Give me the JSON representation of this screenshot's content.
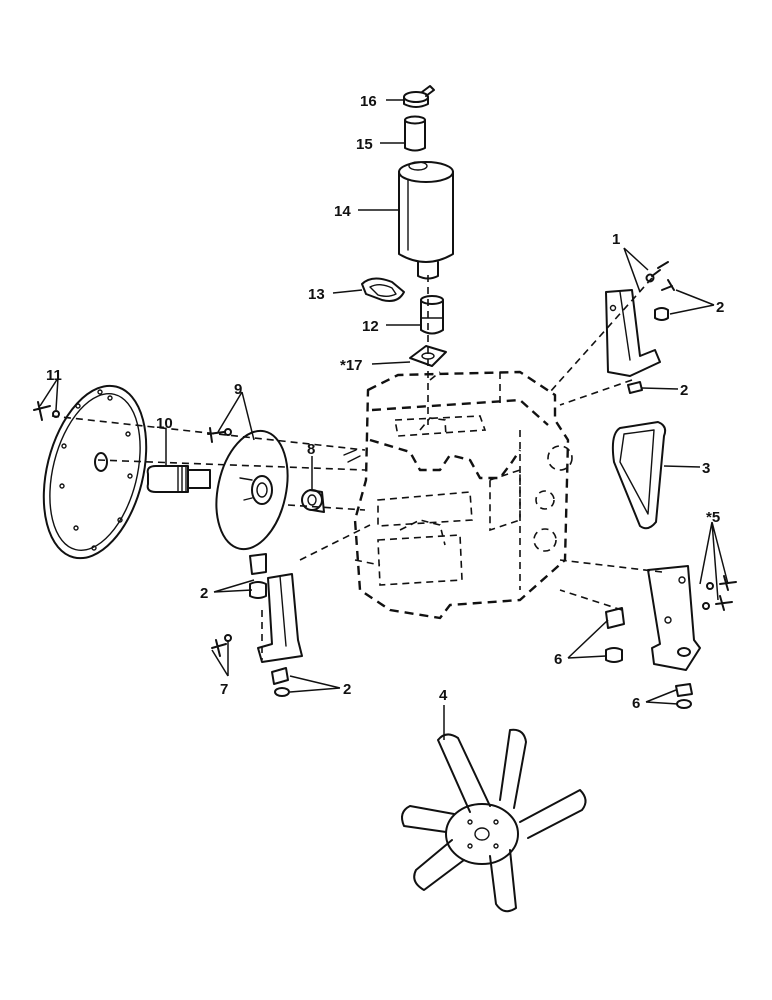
{
  "diagram": {
    "callouts": {
      "c1": "1",
      "c2a": "2",
      "c2b": "2",
      "c2c": "2",
      "c2d": "2",
      "c3": "3",
      "c4": "4",
      "c5": "*5",
      "c6a": "6",
      "c6b": "6",
      "c7": "7",
      "c8": "8",
      "c9": "9",
      "c10": "10",
      "c11": "11",
      "c12": "12",
      "c13": "13",
      "c14": "14",
      "c15": "15",
      "c16": "16",
      "c17": "*17"
    }
  }
}
